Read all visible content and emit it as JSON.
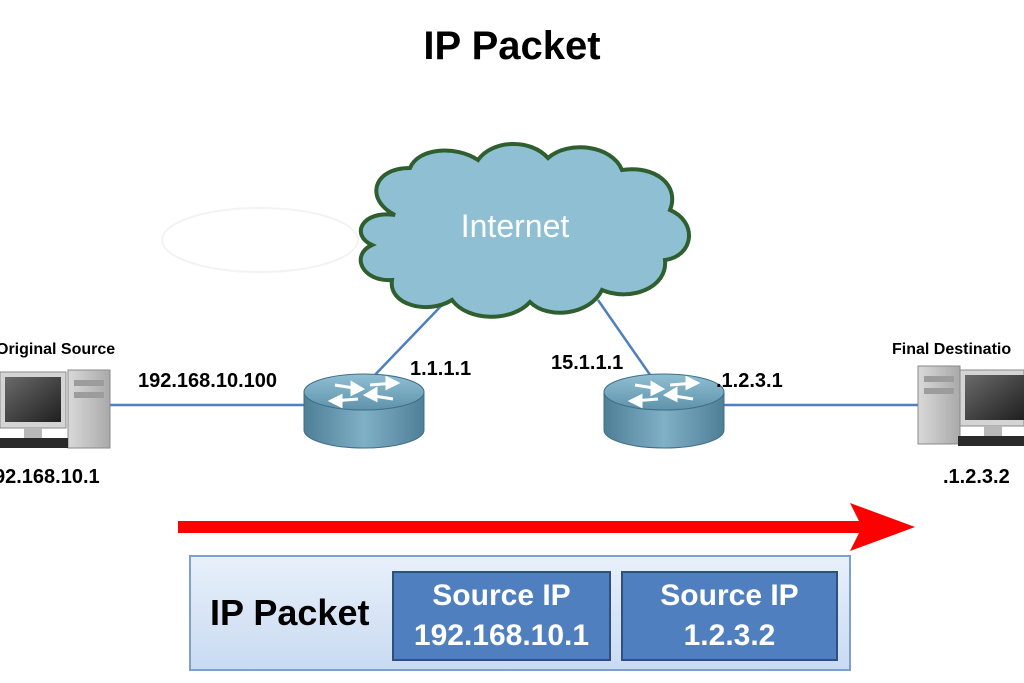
{
  "title": "IP Packet",
  "network": {
    "cloud_label": "Internet",
    "original_source_label": "Original Source",
    "final_destination_label": "Final Destinatio",
    "original_source_ip": "192.168.10.100",
    "router1_internet_ip": "1.1.1.1",
    "router2_internet_ip": "15.1.1.1",
    "router2_lan_ip": ".1.2.3.1",
    "source_host_ip": "92.168.10.1",
    "destination_host_ip": ".1.2.3.2"
  },
  "packet": {
    "label": "IP Packet",
    "fields": [
      {
        "name": "Source IP",
        "value": "192.168.10.1"
      },
      {
        "name": "Source IP",
        "value": "1.2.3.2"
      }
    ]
  },
  "colors": {
    "cloud_fill": "#8fbfd3",
    "cloud_outline": "#2f5f2f",
    "router_fill": "#6a9fb5",
    "link_line": "#4f7fbf",
    "arrow": "#ff0000",
    "packet_bg": "#dbe8f8",
    "field_bg": "#4f7fbf"
  },
  "icons": [
    "cloud-icon",
    "router-icon",
    "computer-icon",
    "arrow-right-icon"
  ]
}
